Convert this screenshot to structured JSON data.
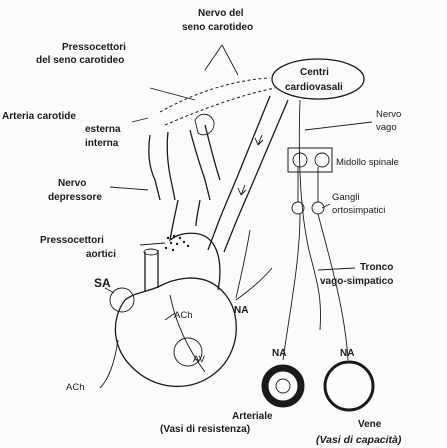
{
  "labels": {
    "nervo_seno_line1": "Nervo del",
    "nervo_seno_line2": "seno carotideo",
    "pressocettori_seno_line1": "Pressocettori",
    "pressocettori_seno_line2": "del seno carotideo",
    "centri_line1": "Centri",
    "centri_line2": "cardiovasali",
    "arteria_line1": "Arteria carotide",
    "arteria_line2": "esterna",
    "arteria_line3": "interna",
    "nervo_vago_line1": "Nervo",
    "nervo_vago_line2": "vago",
    "midollo": "Midollo spinale",
    "nervo_depressore_line1": "Nervo",
    "nervo_depressore_line2": "depressore",
    "gangli_line1": "Gangli",
    "gangli_line2": "ortosimpatici",
    "pressocettori_aortici_line1": "Pressocettori",
    "pressocettori_aortici_line2": "aortici",
    "tronco_line1": "Tronco",
    "tronco_line2": "vago-simpatico",
    "sa": "SA",
    "ach_top": "ACh",
    "na_heart": "NA",
    "av": "AV",
    "ach_bottom": "ACh",
    "na_arterial": "NA",
    "na_vene": "NA",
    "arteriale_line1": "Arteriale",
    "arteriale_line2": "(Vasi di resistenza)",
    "vene_line1": "Vene",
    "vene_line2": "(Vasi di capacità)"
  }
}
